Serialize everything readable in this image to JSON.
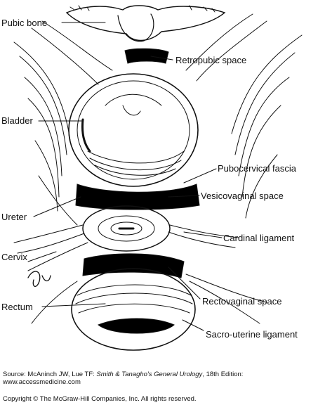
{
  "labels": {
    "pubic_bone": "Pubic bone",
    "retropubic_space": "Retropubic space",
    "bladder": "Bladder",
    "pubocervical_fascia": "Pubocervical fascia",
    "vesicovaginal_space": "Vesicovaginal space",
    "ureter": "Ureter",
    "cardinal_ligament": "Cardinal ligament",
    "cervix": "Cervix",
    "rectum": "Rectum",
    "rectovaginal_space": "Rectovaginal space",
    "sacro_uterine_ligament": "Sacro-uterine ligament"
  },
  "footer": {
    "source_prefix": "Source: McAninch JW, Lue TF: ",
    "source_title": "Smith & Tanagho's General Urology",
    "source_suffix": ", 18th Edition:",
    "website": "www.accessmedicine.com",
    "copyright": "Copyright © The McGraw-Hill Companies, Inc. All rights reserved."
  },
  "colors": {
    "ink": "#111111",
    "fill": "#000000",
    "paper": "#ffffff"
  }
}
